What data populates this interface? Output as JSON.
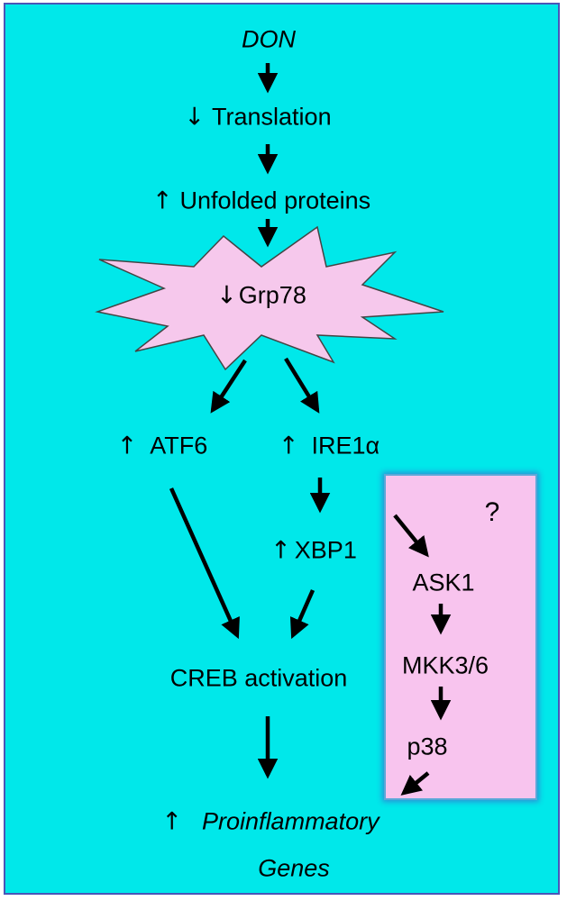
{
  "nodes": {
    "don": "DON",
    "translation": "Translation",
    "unfolded": "Unfolded proteins",
    "grp78": "Grp78",
    "atf6": "ATF6",
    "ire1a": "IRE1α",
    "xbp1": "XBP1",
    "creb": "CREB activation",
    "proinflammatory": "Proinflammatory",
    "genes": "Genes",
    "question": "?",
    "ask1": "ASK1",
    "mkk": "MKK3/6",
    "p38": "p38"
  },
  "symbols": {
    "up": "↑",
    "down": "↓"
  },
  "colors": {
    "background": "#00e8ea",
    "frame_border": "#4a56b8",
    "star_fill": "#f6c8ec",
    "box_fill": "#f8c4ee",
    "arrow": "#000000"
  }
}
